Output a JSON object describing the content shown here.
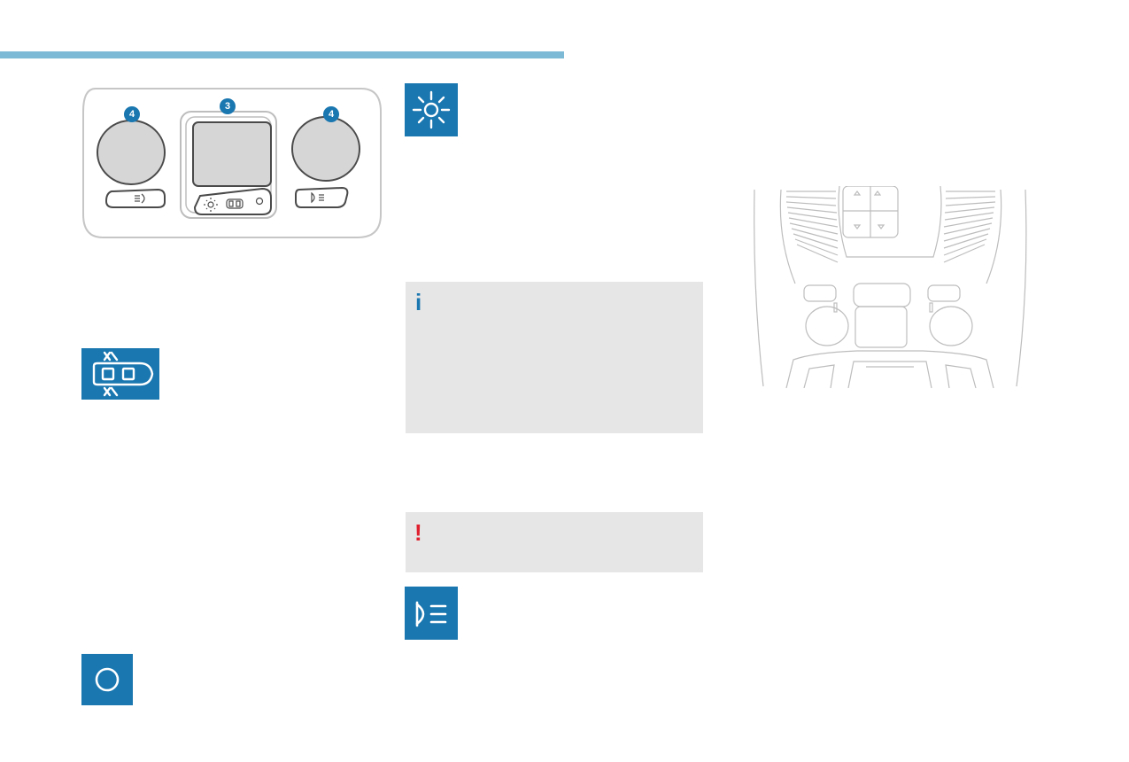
{
  "colors": {
    "accent_bar": "#7dbad6",
    "icon_tile": "#1a77b0",
    "note_bg": "#e6e6e6",
    "info_glyph": "#1a77b0",
    "warning_glyph": "#e0202e",
    "line_art": "#b8b8b8"
  },
  "panel_callouts": {
    "lamp_left": "4",
    "display": "3",
    "lamp_right": "4"
  },
  "icons": {
    "sun": "sun-icon",
    "interior_light_doors": "courtesy-light-icon",
    "off": "circle-off-icon",
    "reading_lamp": "reading-lamp-icon"
  },
  "notes": {
    "info_glyph": "i",
    "warning_glyph": "!"
  }
}
